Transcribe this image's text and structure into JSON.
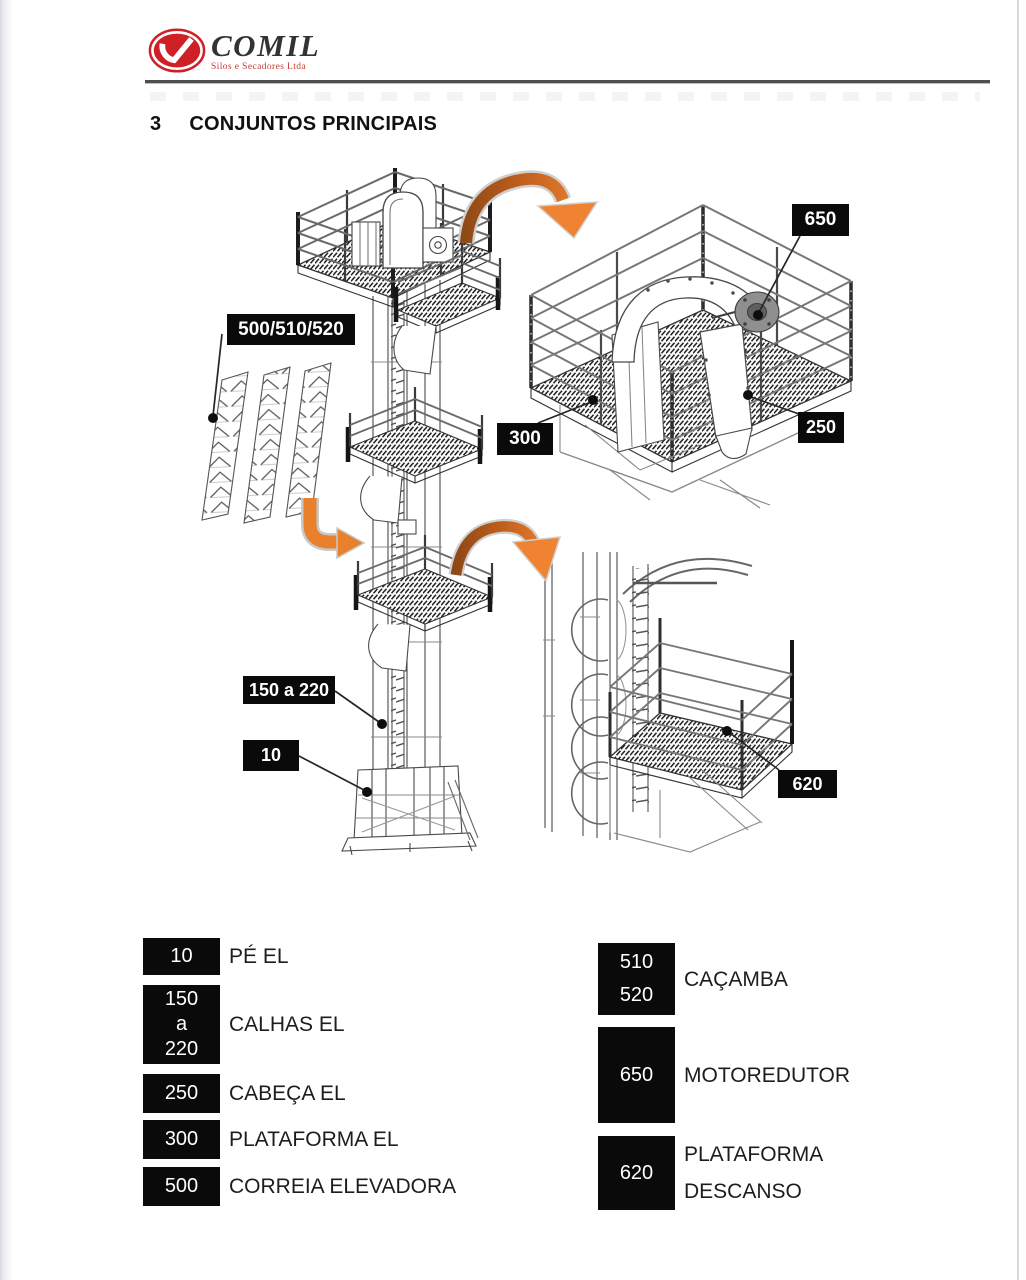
{
  "header": {
    "brand": "COMIL",
    "brand_sub": "Silos e Secadores Ltda"
  },
  "section": {
    "number": "3",
    "title": "CONJUNTOS PRINCIPAIS"
  },
  "figure": {
    "callouts": {
      "c500_510_520": "500/510/520",
      "c150_220": "150 a 220",
      "c10": "10",
      "c650": "650",
      "c300": "300",
      "c250": "250",
      "c620": "620"
    }
  },
  "legend": {
    "left": [
      {
        "code": "10",
        "label": "PÉ EL"
      },
      {
        "code": "150\na\n220",
        "label": "CALHAS EL"
      },
      {
        "code": "250",
        "label": "CABEÇA EL"
      },
      {
        "code": "300",
        "label": "PLATAFORMA EL"
      },
      {
        "code": "500",
        "label": "CORREIA ELEVADORA"
      }
    ],
    "right": [
      {
        "code": "510\n520",
        "label": "CAÇAMBA"
      },
      {
        "code": "650",
        "label": "MOTOREDUTOR"
      },
      {
        "code": "620",
        "label": "PLATAFORMA\nDESCANSO"
      }
    ]
  },
  "colors": {
    "label-bg": "#0a0a0a",
    "accent-orange": "#e8802c",
    "accent-orange-dark": "#8a4715",
    "brand-red": "#cf2026",
    "line-ink": "#4a4a4a"
  }
}
